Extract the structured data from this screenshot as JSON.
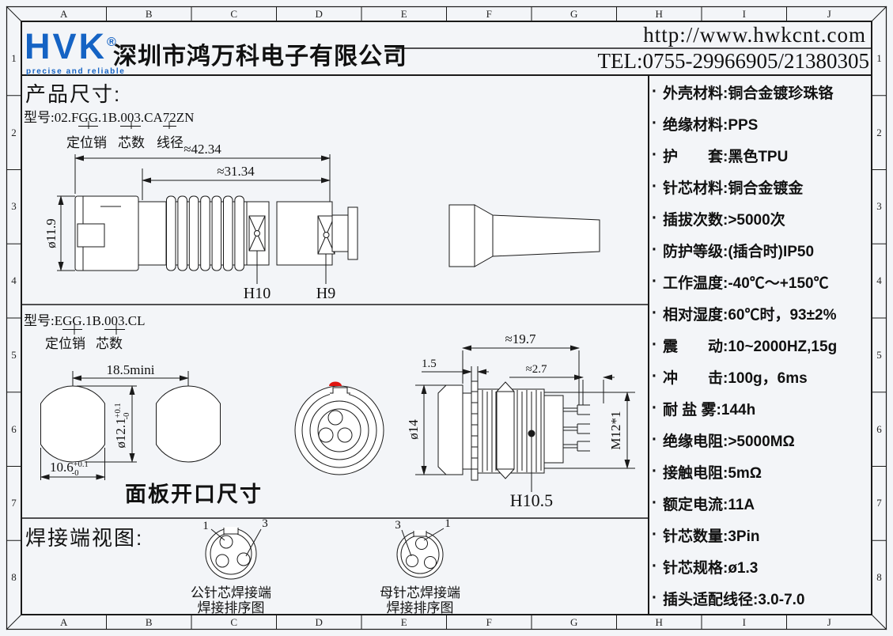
{
  "colors": {
    "brand": "#1563c4",
    "red_marker": "#e01510",
    "ink": "#1a1a1a"
  },
  "grid": {
    "cols": [
      "A",
      "B",
      "C",
      "D",
      "E",
      "F",
      "G",
      "H",
      "I",
      "J"
    ],
    "rows": [
      "1",
      "2",
      "3",
      "4",
      "5",
      "6",
      "7",
      "8"
    ]
  },
  "header": {
    "logo_text": "HVK",
    "logo_reg": "®",
    "logo_tagline": "precise and reliable",
    "company_name": "深圳市鸿万科电子有限公司",
    "website": "http://www.hwkcnt.com",
    "telephone": "TEL:0755-29966905/21380305"
  },
  "section_product": {
    "title": "产品尺寸:",
    "model_label": "型号:",
    "model_parts": {
      "p1": "02.F",
      "u1": "GG",
      "p2": ".1B.",
      "u2": "003",
      "p3": ".CA",
      "u3": "72",
      "p4": "ZN"
    },
    "callout_pin": "定位销",
    "callout_cores": "芯数",
    "callout_wire": "线径",
    "dim_overall": "≈42.34",
    "dim_front": "≈31.34",
    "dim_dia": "ø11.9",
    "label_h10": "H10",
    "label_h9": "H9"
  },
  "section_panel": {
    "model_label": "型号:",
    "model_parts": {
      "p1": "E",
      "u1": "GG",
      "p2": ".1B.",
      "u2": "003",
      "p3": ".CL"
    },
    "callout_pin": "定位销",
    "callout_cores": "芯数",
    "dim_pitch": "18.5mini",
    "dim_dia": "ø12.1",
    "dim_dia_tol_up": "+0.1",
    "dim_dia_tol_dn": "-0",
    "dim_width": "10.6",
    "dim_width_tol_up": "+0.1",
    "dim_width_tol_dn": "-0",
    "panel_caption": "面板开口尺寸",
    "dim_len": "≈19.7",
    "dim_plate": "1.5",
    "dim_tail": "≈2.7",
    "dim_flange": "ø14",
    "dim_thread": "M12*1",
    "label_h": "H10.5"
  },
  "section_solder": {
    "title": "焊接端视图:",
    "male": {
      "pin_a": "1",
      "pin_b": "3",
      "caption1": "公针芯焊接端",
      "caption2": "焊接排序图"
    },
    "female": {
      "pin_a": "3",
      "pin_b": "1",
      "caption1": "母针芯焊接端",
      "caption2": "焊接排序图"
    }
  },
  "specs": {
    "bullet": "·",
    "items": [
      "外壳材料:铜合金镀珍珠铬",
      "绝缘材料:PPS",
      "护　　套:黑色TPU",
      "针芯材料:铜合金镀金",
      "插拔次数:>5000次",
      "防护等级:(插合时)IP50",
      "工作温度:-40℃～+150℃",
      "相对湿度:60℃时，93±2%",
      "震　　动:10~2000HZ,15g",
      "冲　　击:100g，6ms",
      "耐 盐 雾:144h",
      "绝缘电阻:>5000MΩ",
      "接触电阻:5mΩ",
      "额定电流:11A",
      "针芯数量:3Pin",
      "针芯规格:ø1.3",
      "插头适配线径:3.0-7.0"
    ]
  }
}
